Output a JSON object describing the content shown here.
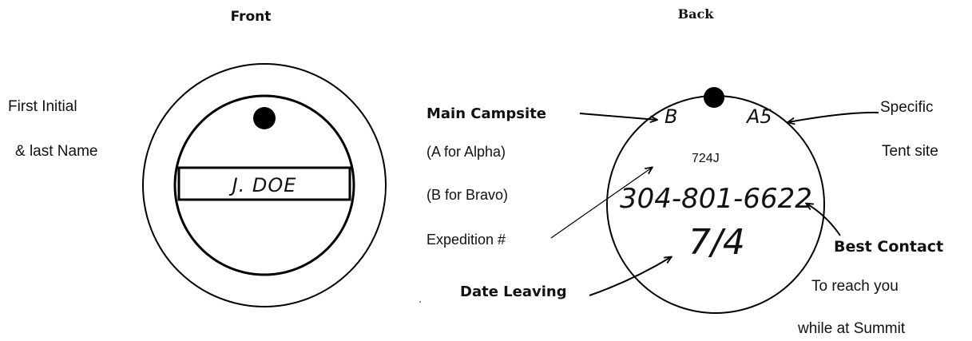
{
  "front": {
    "heading": "Front",
    "label_line1": "First Initial",
    "label_line2": "& last  Name",
    "name_on_tag": "J. DOE"
  },
  "back": {
    "heading": "Back",
    "main_campsite_label": "Main Campsite",
    "alpha_note": "(A for  Alpha)",
    "bravo_note": "(B for  Bravo)",
    "expedition_label": "Expedition #",
    "date_leaving_label": "Date Leaving",
    "specific_label": "Specific",
    "tent_site_label": "Tent site",
    "best_contact_label": "Best Contact",
    "reach_line1": "To reach you",
    "reach_line2": "while  at Summit",
    "campsite_letter": "B",
    "tent_site_code": "A5",
    "expedition_number": "724J",
    "phone_number": "304-801-6622",
    "date_value": "7/4"
  }
}
